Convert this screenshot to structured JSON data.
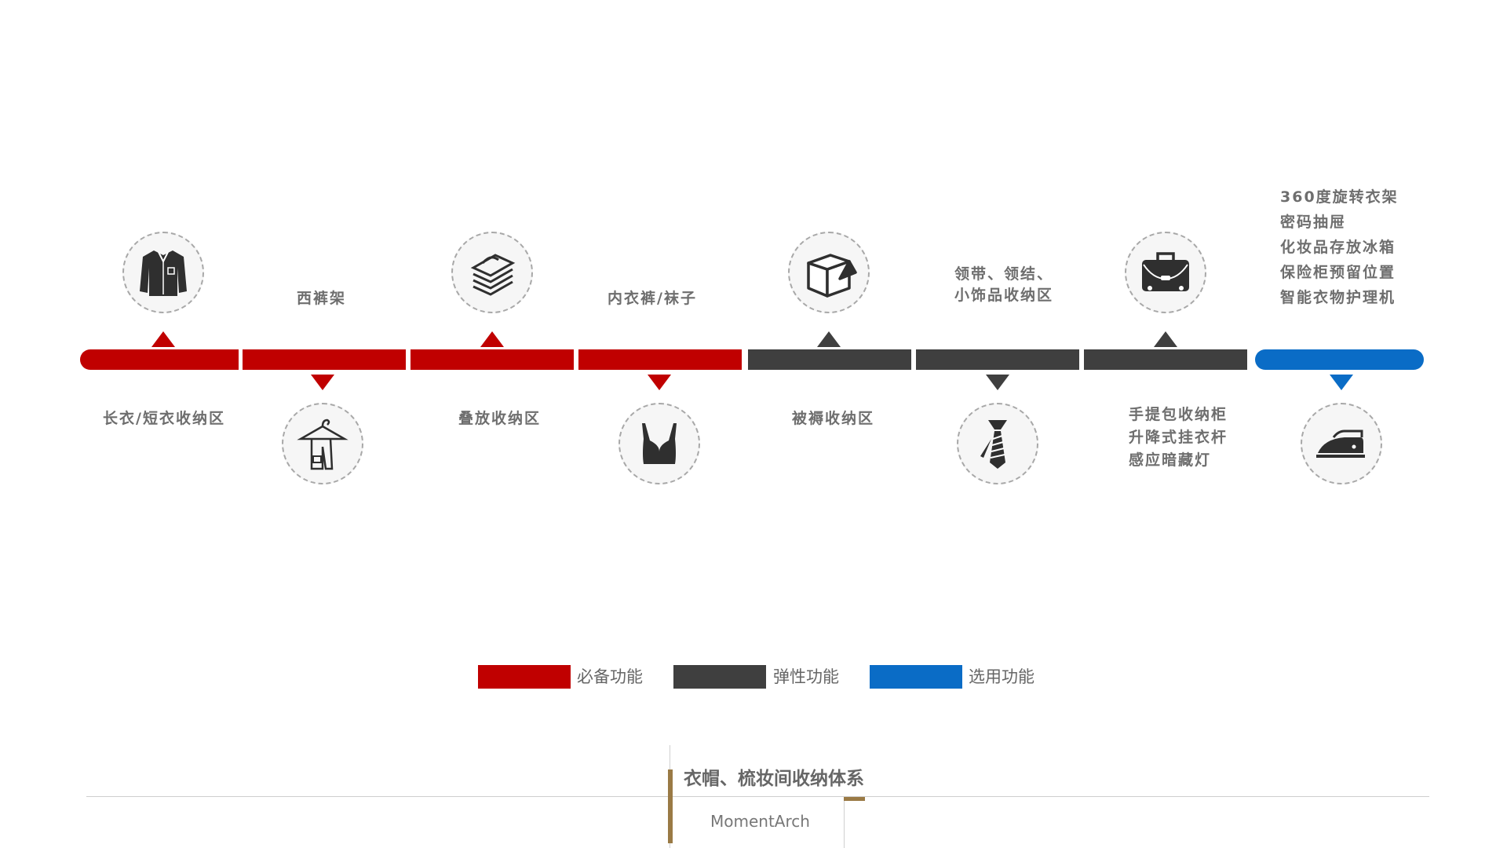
{
  "timeline": {
    "nodes": [
      {
        "label": "长衣/短衣收纳区",
        "icon": "shirt-icon",
        "category": "required"
      },
      {
        "label": "西裤架",
        "icon": "trousers-hanger-icon",
        "category": "required"
      },
      {
        "label": "叠放收纳区",
        "icon": "folded-clothes-icon",
        "category": "required"
      },
      {
        "label": "内衣裤/袜子",
        "icon": "bra-icon",
        "category": "required"
      },
      {
        "label": "被褥收纳区",
        "icon": "box-icon",
        "category": "flexible"
      },
      {
        "label_lines": [
          "领带、领结、",
          "小饰品收纳区"
        ],
        "icon": "tie-icon",
        "category": "flexible"
      },
      {
        "label_lines": [
          "手提包收纳柜",
          "升降式挂衣杆",
          "感应暗藏灯"
        ],
        "icon": "briefcase-icon",
        "category": "flexible"
      },
      {
        "label_lines": [
          "360度旋转衣架",
          "密码抽屉",
          "化妆品存放冰箱",
          "保险柜预留位置",
          "智能衣物护理机"
        ],
        "icon": "iron-icon",
        "category": "optional"
      }
    ]
  },
  "legend": [
    {
      "label": "必备功能",
      "color": "#c00000"
    },
    {
      "label": "弹性功能",
      "color": "#3f3f3f"
    },
    {
      "label": "选用功能",
      "color": "#0a6cc6"
    }
  ],
  "footer": {
    "title": "衣帽、梳妆间收纳体系",
    "brand": "MomentArch"
  },
  "colors": {
    "required": "#c00000",
    "flexible": "#3f3f3f",
    "optional": "#0a6cc6",
    "gold": "#9a7a45"
  }
}
